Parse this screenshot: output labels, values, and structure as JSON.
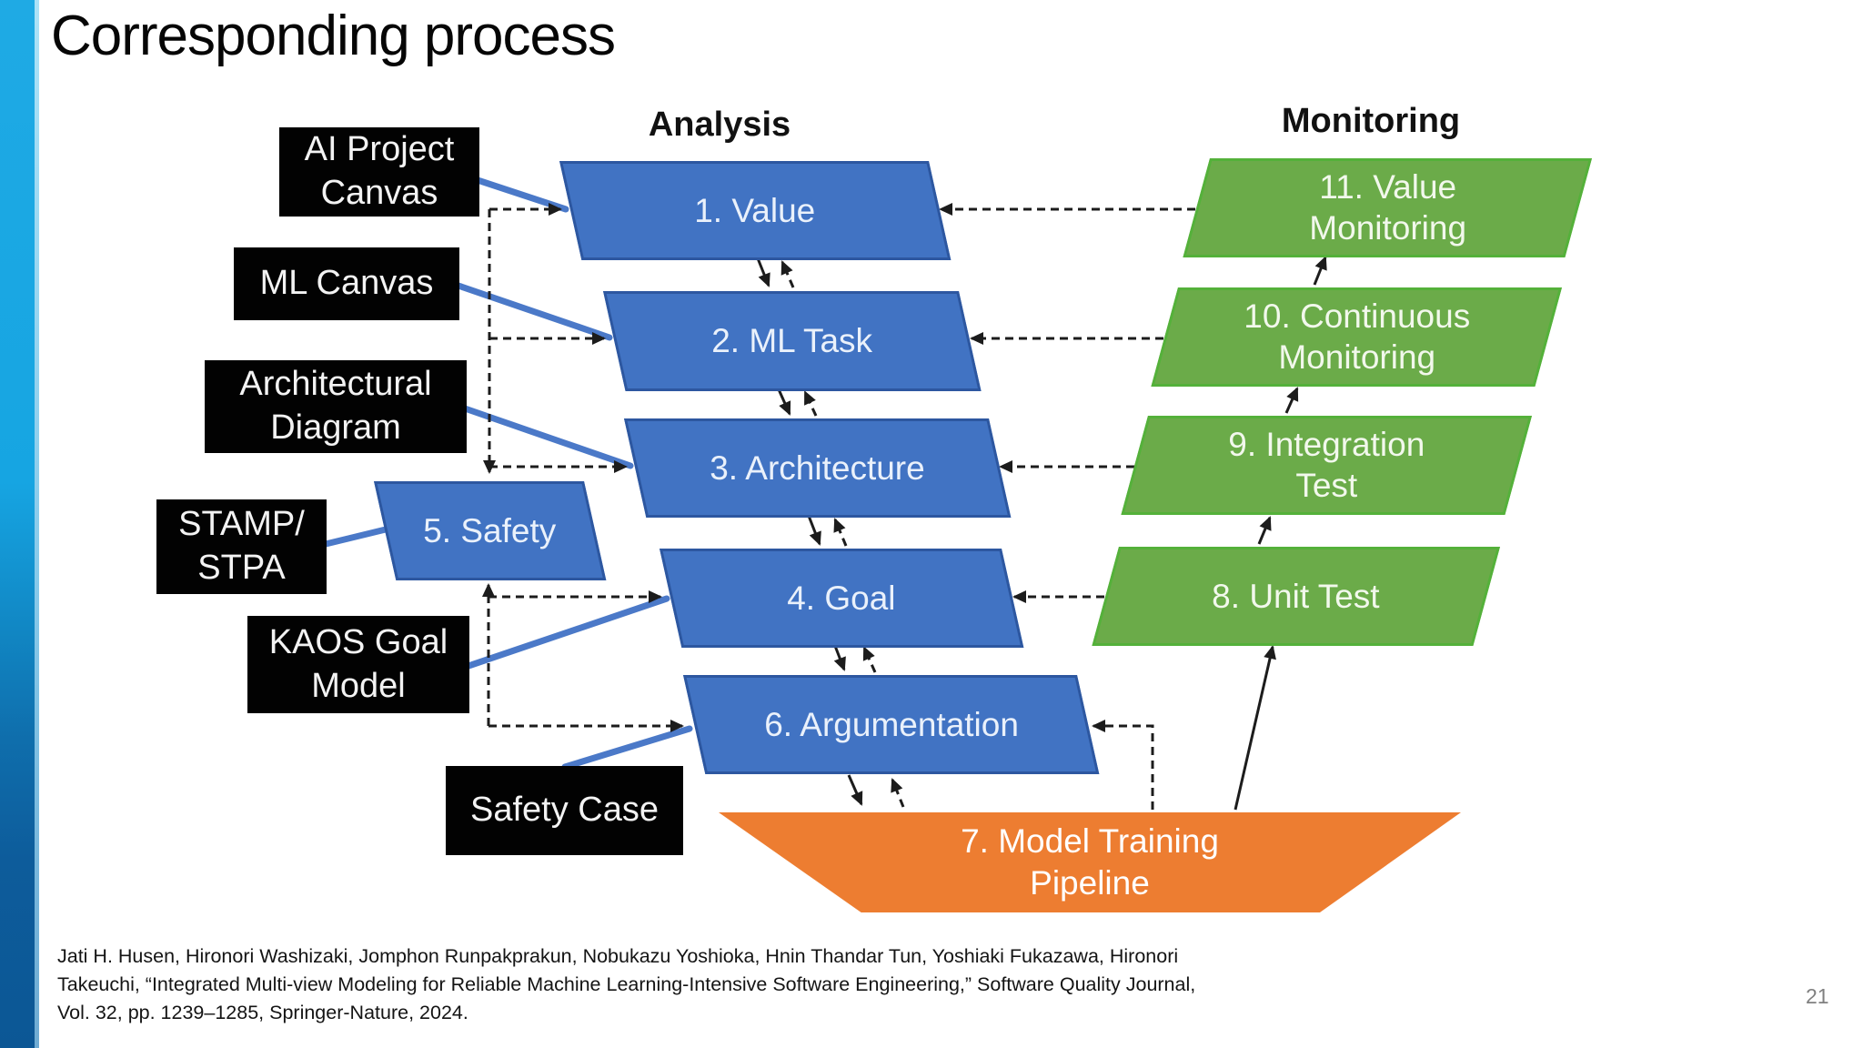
{
  "slide": {
    "title": "Corresponding process",
    "page_number": "21",
    "citation": "Jati H. Husen, Hironori Washizaki, Jomphon Runpakprakun, Nobukazu Yoshioka, Hnin Thandar Tun, Yoshiaki Fukazawa, Hironori\nTakeuchi, “Integrated Multi-view Modeling for Reliable Machine Learning-Intensive Software Engineering,” Software Quality Journal,\nVol. 32, pp. 1239–1285, Springer-Nature, 2024."
  },
  "headers": {
    "analysis": "Analysis",
    "monitoring": "Monitoring"
  },
  "artifacts": [
    {
      "id": "ai-project-canvas",
      "label": "AI Project\nCanvas"
    },
    {
      "id": "ml-canvas",
      "label": "ML Canvas"
    },
    {
      "id": "architectural-diagram",
      "label": "Architectural\nDiagram"
    },
    {
      "id": "stamp-stpa",
      "label": "STAMP/\nSTPA"
    },
    {
      "id": "kaos-goal-model",
      "label": "KAOS Goal\nModel"
    },
    {
      "id": "safety-case",
      "label": "Safety Case"
    }
  ],
  "analysis_steps": [
    {
      "id": "value",
      "label": "1. Value"
    },
    {
      "id": "ml-task",
      "label": "2. ML Task"
    },
    {
      "id": "architecture",
      "label": "3. Architecture"
    },
    {
      "id": "safety",
      "label": "5. Safety"
    },
    {
      "id": "goal",
      "label": "4. Goal"
    },
    {
      "id": "argumentation",
      "label": "6. Argumentation"
    }
  ],
  "monitoring_steps": [
    {
      "id": "value-monitoring",
      "label": "11. Value\nMonitoring"
    },
    {
      "id": "continuous-monitoring",
      "label": "10. Continuous\nMonitoring"
    },
    {
      "id": "integration-test",
      "label": "9. Integration\nTest"
    },
    {
      "id": "unit-test",
      "label": "8. Unit Test"
    }
  ],
  "pipeline_step": {
    "id": "model-training-pipeline",
    "label": "7. Model Training\nPipeline"
  },
  "colors": {
    "accent_bar_top": "#1FAAE4",
    "accent_bar_bottom": "#0C5795",
    "analysis_fill": "#4173C3",
    "analysis_border": "#2D57A0",
    "monitoring_fill": "#6BAB49",
    "monitoring_border": "#54B13A",
    "pipeline_fill": "#ED7D31",
    "artifact_fill": "#020202",
    "link_blue": "#4B79C8",
    "connector_black": "#1C1C1C",
    "page_number_gray": "#808080"
  }
}
